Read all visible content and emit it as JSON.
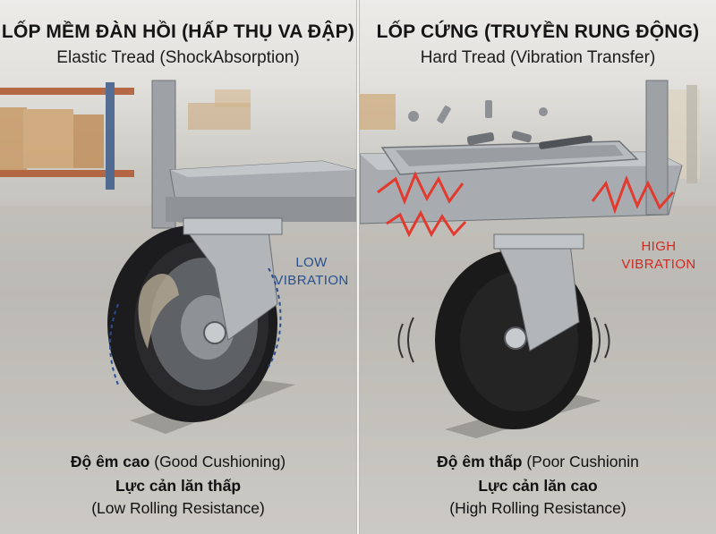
{
  "left": {
    "title": "LỐP MỀM ĐÀN HỒI (HẤP THỤ VA ĐẬP)",
    "subtitle": "Elastic Tread (ShockAbsorption)",
    "vibration_line1": "LOW",
    "vibration_line2": "VIBRATION",
    "caption1_bold": "Độ êm cao",
    "caption1_rest": " (Good Cushioning)",
    "caption2_bold": "Lực cản lăn thấp",
    "caption3": "(Low Rolling Resistance)"
  },
  "right": {
    "title": "LỐP CỨNG (TRUYỀN RUNG ĐỘNG)",
    "subtitle": "Hard Tread (Vibration Transfer)",
    "vibration_line1": "HIGH",
    "vibration_line2": "VIBRATION",
    "caption1_bold": "Độ êm thấp",
    "caption1_rest": " (Poor Cushionin",
    "caption2_bold": "Lực cản lăn cao",
    "caption3": "(High Rolling Resistance)"
  },
  "colors": {
    "low_vibration": "#2a4f8f",
    "high_vibration": "#d22a22",
    "tread": "#1c1c1e",
    "steel": "#a9adb1"
  }
}
